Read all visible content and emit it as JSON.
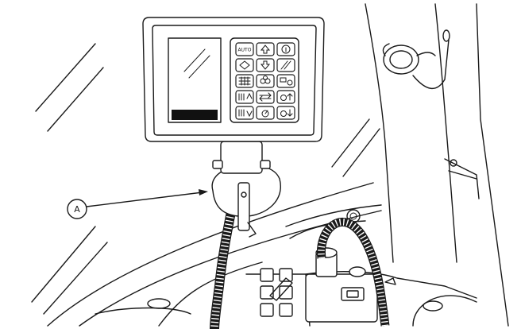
{
  "callout": {
    "letter": "A"
  },
  "keypad": {
    "auto_label": "AUTO",
    "keys": [
      {
        "icon": "auto-key"
      },
      {
        "icon": "arrow-up-key"
      },
      {
        "icon": "info-key"
      },
      {
        "icon": "diamond-arrows-key"
      },
      {
        "icon": "arrow-down-key"
      },
      {
        "icon": "diagonal-lines-key"
      },
      {
        "icon": "grid-key"
      },
      {
        "icon": "fan-key"
      },
      {
        "icon": "machine-lock-key"
      },
      {
        "icon": "heater-up-key"
      },
      {
        "icon": "double-arrow-key"
      },
      {
        "icon": "lock-up-key"
      },
      {
        "icon": "heater-down-key"
      },
      {
        "icon": "gauge-key"
      },
      {
        "icon": "lock-down-key"
      }
    ]
  }
}
